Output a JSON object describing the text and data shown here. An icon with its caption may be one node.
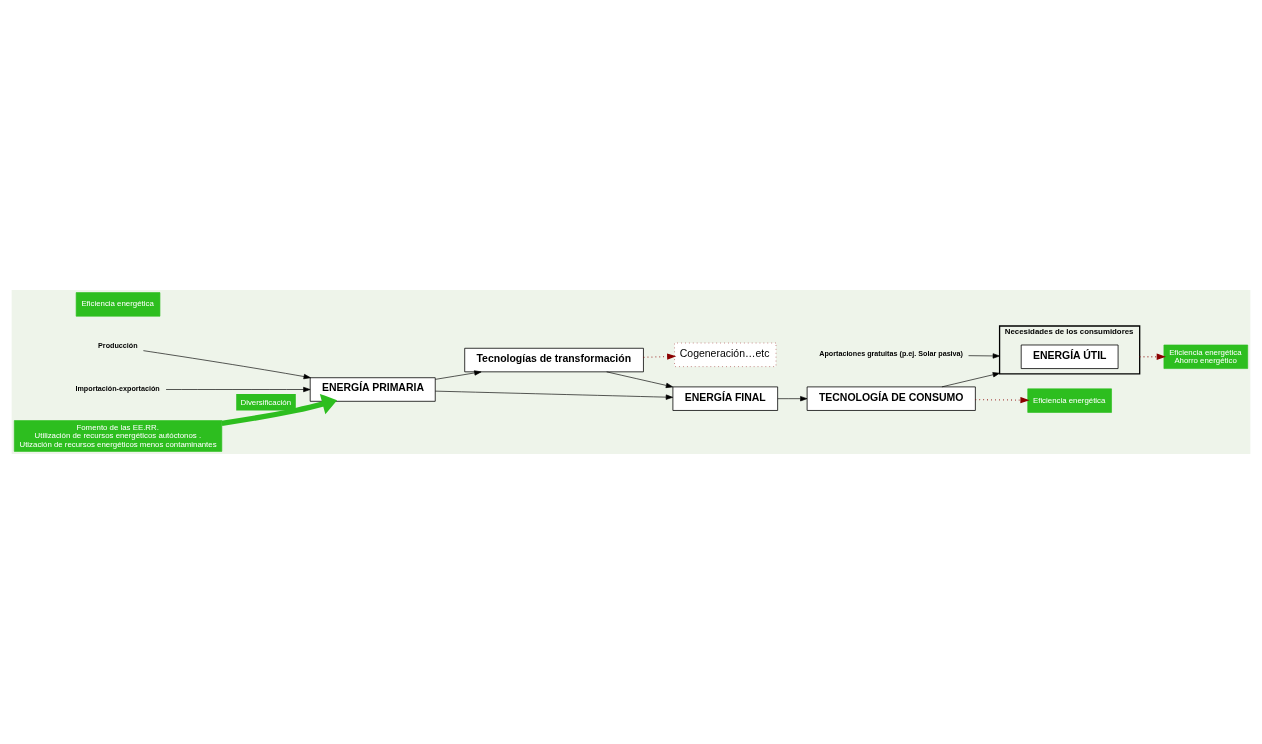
{
  "diagram": {
    "nodes": [
      {
        "text": [
          "Cogeneración…etc"
        ]
      },
      {
        "text": [
          "Eficiencia energética"
        ]
      },
      {
        "text": [
          "Tecnologías de transformación"
        ]
      },
      {
        "text": [
          "Eficiencia energética",
          "Ahorro energético"
        ]
      },
      {
        "text": [
          "Producción"
        ]
      },
      {
        "text": [
          "Importación-exportación"
        ]
      },
      {
        "text": [
          "ENERGÍA PRIMARIA"
        ]
      },
      {
        "text": [
          "ENERGÍA FINAL"
        ]
      },
      {
        "text": [
          "Eficiencia energética"
        ]
      },
      {
        "text": [
          "TECNOLOGÍA DE CONSUMO"
        ]
      },
      {
        "text": [
          "Necesidades de los consumidores"
        ]
      },
      {
        "text": [
          "ENERGÍA ÚTIL"
        ],
        "in": 10
      },
      {
        "text": [
          "Fomento de las EE.RR.",
          "Utilización de recursos energéticos autóctonos .",
          "Utización de recursos energéticos menos contaminantes"
        ]
      },
      {
        "text": [
          "Aportaciones gratuitas (p.ej. Solar pasiva)"
        ]
      }
    ],
    "edges": [
      {
        "from": 4,
        "to": 6,
        "arrow": "to"
      },
      {
        "from": 5,
        "to": 6,
        "arrow": "to"
      },
      {
        "from": 6,
        "to": 2,
        "arrow": "to"
      },
      {
        "from": 2,
        "to": 0,
        "arrow": "to",
        "style": "dashed",
        "color": "#8b0000"
      },
      {
        "from": 2,
        "to": 7,
        "arrow": "to"
      },
      {
        "from": 6,
        "to": 7,
        "arrow": "to"
      },
      {
        "from": 12,
        "to": 6,
        "arrow": "to",
        "label": "Diversificación",
        "style": "thick",
        "color": "#2dbe1f"
      },
      {
        "from": 7,
        "to": 9,
        "arrow": "to"
      },
      {
        "from": 9,
        "to": 8,
        "arrow": "to",
        "style": "dashed",
        "color": "#8b0000"
      },
      {
        "from": 9,
        "to": 10,
        "arrow": "to"
      },
      {
        "from": 10,
        "to": 3,
        "arrow": "to",
        "style": "dashed",
        "color": "#8b0000"
      },
      {
        "from": 13,
        "to": 10,
        "arrow": "to"
      }
    ]
  }
}
